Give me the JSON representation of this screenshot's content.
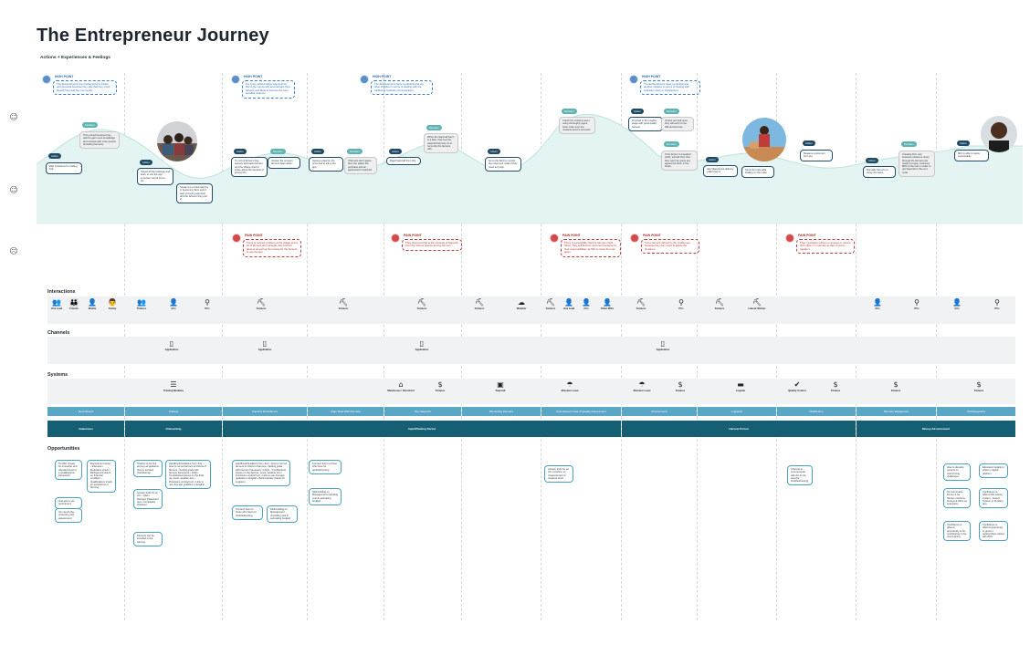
{
  "title": "The Entrepreneur Journey",
  "subtitle": "Actions + Experiences & Feelings",
  "emotions": [
    "☺",
    "☺",
    "☹"
  ],
  "high_points": [
    {
      "label": "HIGH POINT",
      "text": "The Entrepreneurs from background in trades and personal because they saw that they could benefit from and the community."
    },
    {
      "label": "HIGH POINT",
      "text": "For some without target approval for, this is the community and perhaps their farmers and likely to become the best possible outcome."
    },
    {
      "label": "HIGH POINT",
      "text": "The Entrepreneurs have a practical and are often inhibited in terms of dealing with the traditional methods of transactions."
    },
    {
      "label": "HIGH POINT",
      "text": "The Entrepreneurs have a practical and another initiative to terms of dealing with character ways or transactions."
    }
  ],
  "pain_points": [
    {
      "label": "PAIN POINT",
      "text": "There is network problem at the village and a lot of farmers don't actually own Android phones as well as the trustee for the farmers to use the app."
    },
    {
      "label": "PAIN POINT",
      "text": "They observed that at the interests of Sapcraft from the mixture diverse among farmers."
    },
    {
      "label": "PAIN POINT",
      "text": "There is a possibility that the farmers might failed. They will become deterrent because it's their responsibilities as MIC to repay the loan given."
    },
    {
      "label": "PAIN POINT",
      "text": "Some farmers still sell to the middleman because they don't want to adjust the timelines..."
    },
    {
      "label": "PAIN POINT",
      "text": "Their motivation will be to increase or reduce their office. In most day-to-face improve situation."
    }
  ],
  "tags": {
    "action": "Action",
    "decision": "Decision"
  },
  "cards": [
    "Was introduced to trading Tab.",
    "They joined because they want to gain more knowledge and network with more people (including farmers).",
    "Joined all the trainings and learn to use the app, empower recruit forms, etc.",
    "Speak a lot of old partners in becoming 'farm sprint' step in buying approval, and the farmers they pull in.",
    "To recruit farmers they actively approach farmers and the village chief to share about the benefits of joining this.",
    "Answer the concern farmers have when...",
    "Having a deal on the price and to tell to the app.",
    "If farmers don't agree they can adjust the purchase and an agreement is reached.",
    "Read Sapcraft from this.",
    "When the Sapcraft Farm is a fake, they buy the sapcraft that was on to reconcile the farmers with.",
    "Go to the field to monitor the crops and make if they need any help.",
    "Check the moisture level using thoroughly agent Actin order over the moisture level is accurate.",
    "Proceed to the Logistic stage with good quality harvest.",
    "If there are bad ones they will sell it to the SBI and test lots.",
    "If the farmer is impatient (L/M), will sell their then they won't be going any agreed for them in the future.",
    "Hire Warehouse delivery collect farms.",
    "Send the fruits after loading on the crate.",
    "Measure customers from joy.",
    "Normally farmers to repay the loans.",
    "Creating their own business solutions. Even through the farmers are ready to repay, continues 80% of the loan in order to get Sapcraft in the next cycle.",
    "MIC is able to repay successfully."
  ],
  "interactions_label": "Interactions",
  "interactions": [
    {
      "icon": "people-icon",
      "glyph": "👥",
      "cap": "Jiva Lead"
    },
    {
      "icon": "friends-icon",
      "glyph": "👪",
      "cap": "Friends"
    },
    {
      "icon": "mobile-icon",
      "glyph": "👤",
      "cap": "Mobile"
    },
    {
      "icon": "family-icon",
      "glyph": "👨",
      "cap": "Family"
    },
    {
      "icon": "trainers-icon",
      "glyph": "👥",
      "cap": "Trainers"
    },
    {
      "icon": "acs-icon",
      "glyph": "👤",
      "cap": "ACs"
    },
    {
      "icon": "pcs-icon",
      "glyph": "⚲",
      "cap": "PCs"
    },
    {
      "icon": "farmers-icon",
      "glyph": "⛏",
      "cap": "Farmers"
    },
    {
      "icon": "farmers-icon",
      "glyph": "⛏",
      "cap": "Farmers"
    },
    {
      "icon": "farmers-icon",
      "glyph": "⛏",
      "cap": "Farmers"
    },
    {
      "icon": "farmers-icon",
      "glyph": "⛏",
      "cap": "Farmers"
    },
    {
      "icon": "weather-icon",
      "glyph": "☁",
      "cap": "Weather"
    },
    {
      "icon": "farmers-icon",
      "glyph": "⛏",
      "cap": "Farmers"
    },
    {
      "icon": "jiva-lead-icon",
      "glyph": "👤",
      "cap": "Jiva Lead"
    },
    {
      "icon": "acs-icon",
      "glyph": "👤",
      "cap": "ACs"
    },
    {
      "icon": "other-mics-icon",
      "glyph": "👤",
      "cap": "Other MICs"
    },
    {
      "icon": "farmers-icon",
      "glyph": "⛏",
      "cap": "Farmers"
    },
    {
      "icon": "pcs-icon",
      "glyph": "⚲",
      "cap": "PCs"
    },
    {
      "icon": "farmers-icon",
      "glyph": "⛏",
      "cap": "Farmers"
    },
    {
      "icon": "labour-worker-icon",
      "glyph": "⛏",
      "cap": "Labour Worker"
    },
    {
      "icon": "acs-icon",
      "glyph": "👤",
      "cap": "ACs"
    },
    {
      "icon": "pcs-icon",
      "glyph": "⚲",
      "cap": "PCs"
    },
    {
      "icon": "acs-icon",
      "glyph": "👤",
      "cap": "ACs"
    },
    {
      "icon": "pcs-icon",
      "glyph": "⚲",
      "cap": "PCs"
    }
  ],
  "channels_label": "Channels",
  "channels": [
    {
      "icon": "phone-icon",
      "glyph": "▯",
      "cap": "Application"
    },
    {
      "icon": "phone-icon",
      "glyph": "▯",
      "cap": "Application"
    },
    {
      "icon": "phone-icon",
      "glyph": "▯",
      "cap": "Application"
    },
    {
      "icon": "phone-icon",
      "glyph": "▯",
      "cap": "Application"
    }
  ],
  "systems_label": "Systems",
  "systems": [
    {
      "icon": "books-icon",
      "glyph": "☰",
      "cap": "Training Modules"
    },
    {
      "icon": "warehouse-icon",
      "glyph": "⌂",
      "cap": "Warehouse / Storefront"
    },
    {
      "icon": "finance-icon",
      "glyph": "$",
      "cap": "Finance"
    },
    {
      "icon": "sapcraft-icon",
      "glyph": "▣",
      "cap": "Sapcraft"
    },
    {
      "icon": "moisture-icon",
      "glyph": "☂",
      "cap": "Moisture Level"
    },
    {
      "icon": "moisture-icon",
      "glyph": "☂",
      "cap": "Moisture Level"
    },
    {
      "icon": "finance-icon",
      "glyph": "$",
      "cap": "Finance"
    },
    {
      "icon": "truck-icon",
      "glyph": "▬",
      "cap": "Logistic"
    },
    {
      "icon": "quality-icon",
      "glyph": "✔",
      "cap": "Quality Control"
    },
    {
      "icon": "finance-icon",
      "glyph": "$",
      "cap": "Finance"
    },
    {
      "icon": "finance-icon",
      "glyph": "$",
      "cap": "Finance"
    },
    {
      "icon": "finance-icon",
      "glyph": "$",
      "cap": "Finance"
    }
  ],
  "stages": [
    "Recruitment",
    "Training",
    "Farmers Recruitment",
    "Align Deal With Farmers",
    "Buy Sapcraft",
    "Monitoring Farmers",
    "Post Harvest Care & Quality Assessment",
    "Procurement",
    "Logistics",
    "Distribution",
    "Farmers Repayment",
    "MI Repayment"
  ],
  "phases": [
    "Awareness",
    "Onboarding",
    "Input/Planting Period",
    "Harvest Period",
    "Money Advancement"
  ],
  "opportunities_label": "Opportunities",
  "opportunities": [
    "Tie MIC closely for smoother and standard level or a qualifications framework.",
    "Recruitment steps: • Interview • Motivation check • Background check on financial condition • Qualifications check on experience in farming",
    "Just ask to set recruitment.",
    "AC can do the screening and assessment.",
    "Teacher to be fine as long as guidance they're scripted (Numbering).",
    "Answer tools for an AC: • Q&A • Decision Placement tool • Completed checkout",
    "Farmers can be included in the training.",
    "Handbook/Guideline from Jiva: • How to recruit farmers & criteria of farmers • Setting goals with farmers framework • FAQs - Troubleshoot issues on the field (ie. pests, weather etc) • Provisions contract etc • How to use Jiva app guideline in English",
    "Handbook/Guideline from Jiva: • How to recruit farmers & criteria of farmers • Setting goals with farmers framework • FAQs - Troubleshoot issues on the field (ie. pests, weather etc) • Provisions contract etc • How to use Jiva app guideline in English • Bank transfer (bank) for Logistics",
    "Connect them to those who have for troubleshooting",
    "Skill building on Management (including cost & estimating budget)",
    "Connect them to those who have for troubleshooting",
    "Skill building on Management (including cost & estimating budget)",
    "Answer tools for an AC (moisture 1) measurement of moisture level.",
    "Channel to communicate with AC & use Jiva (for troubleshooting)",
    "How to develop parents on overcoming challenges.",
    "Educated models to share in digital platform.",
    "So Community: Forum (Live Stream sessions, Groups & MICs as examples)",
    "Confidence is offered this saving system - Ascent System or Funding app.",
    "Confidence is offered opportunity to be contributing in the new training.",
    "Confidence is offered opportunity to grow in partnerships market with 80%"
  ]
}
